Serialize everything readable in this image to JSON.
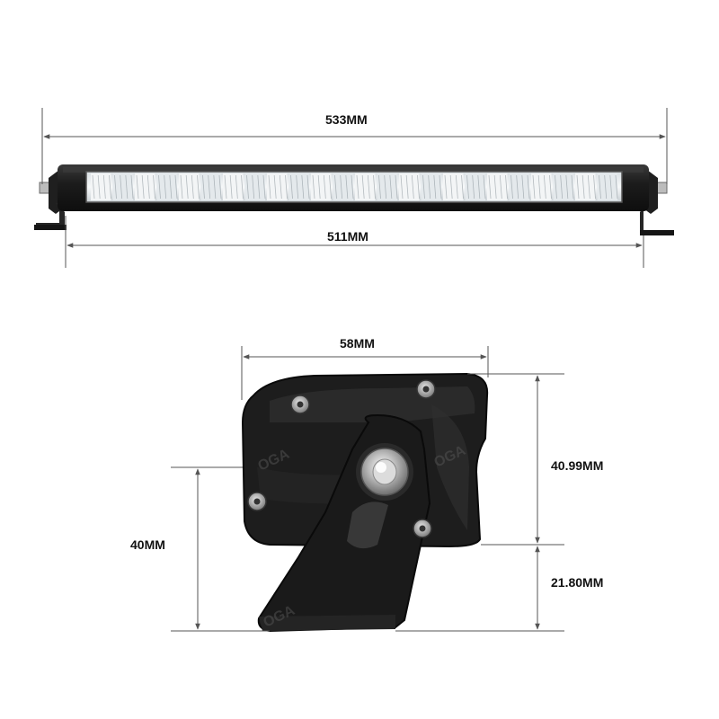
{
  "dimensions": {
    "overall_length": "533MM",
    "housing_length": "511MM",
    "housing_width": "58MM",
    "mount_height": "40MM",
    "upper_height": "40.99MM",
    "lower_height": "21.80MM"
  },
  "colors": {
    "housing": "#1b1b1b",
    "lens": "#e9eef2",
    "dimension_line": "#555555",
    "label": "#111111"
  },
  "watermark": "OGA"
}
